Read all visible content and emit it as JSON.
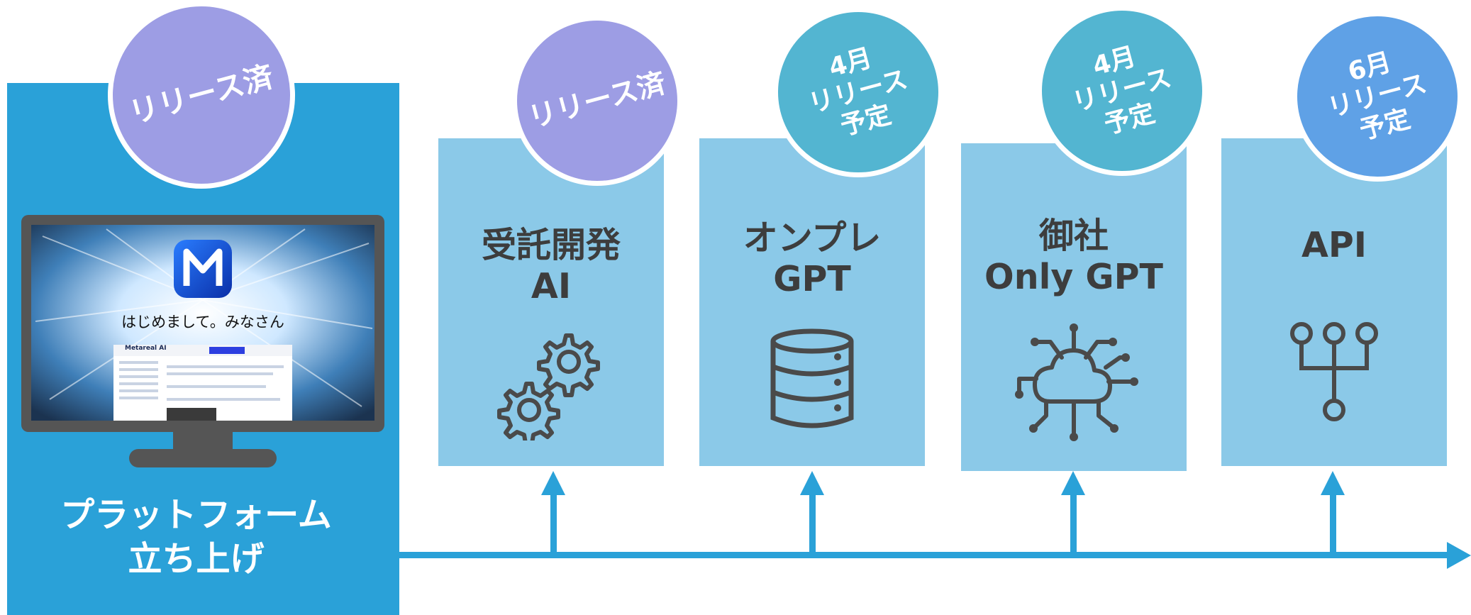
{
  "platform": {
    "badge": "リリース済",
    "title": "プラットフォーム\n立ち上げ",
    "screen": {
      "hero_text": "はじめまして。みなさん",
      "app_name": "Metareal AI"
    }
  },
  "items": [
    {
      "badge": "リリース済",
      "title": "受託開発\nAI",
      "icon": "gears-icon"
    },
    {
      "badge": "4月\nリリース\n予定",
      "title": "オンプレ\nGPT",
      "icon": "database-icon"
    },
    {
      "badge": "4月\nリリース\n予定",
      "title": "御社\nOnly GPT",
      "icon": "cloud-network-icon"
    },
    {
      "badge": "6月\nリリース\n予定",
      "title": "API",
      "icon": "hierarchy-icon"
    }
  ],
  "colors": {
    "platform_panel": "#2aa1d8",
    "card": "#8bc9e8",
    "badge_released": "#9d9de4",
    "badge_april": "#53b5d1",
    "badge_june": "#5fa1e6",
    "timeline": "#2aa1d8"
  }
}
